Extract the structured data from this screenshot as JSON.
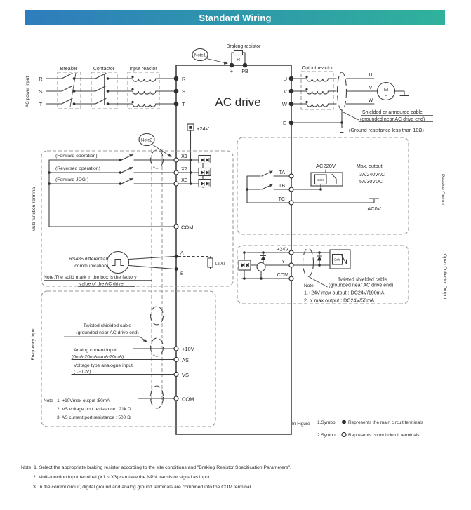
{
  "header": {
    "title": "Standard Wiring"
  },
  "drive": {
    "name": "AC drive",
    "internal_24v_label": "+24V"
  },
  "callouts": {
    "note1": "Note1",
    "note2": "Note2"
  },
  "power_input": {
    "section_label": "AC power input",
    "phase_r": "R",
    "phase_s": "S",
    "phase_t": "T",
    "breaker_label": "Breaker",
    "contactor_label": "Contactor",
    "input_reactor_label": "Input reactor",
    "terminal_r": "R",
    "terminal_s": "S",
    "terminal_t": "T"
  },
  "braking": {
    "label": "Braking resistor",
    "resistor_label": "R",
    "terminal_plus": "+",
    "terminal_pb": "PB"
  },
  "output": {
    "reactor_label": "Output reactor",
    "phase_u": "U",
    "phase_v": "V",
    "phase_w": "W",
    "terminal_u": "U",
    "terminal_v": "V",
    "terminal_w": "W",
    "terminal_e": "E",
    "motor_label": "M",
    "motor_tilde": "~",
    "cable_note_line1": "Shielded or armoured cable",
    "cable_note_line2": "(grounded near AC drive end)",
    "ground_note": "(Ground resistance less than 10Ω)"
  },
  "multi_function": {
    "section_label": "Multi-function Terminal",
    "x1_label": "(Forward operation)",
    "x1_terminal": "X1",
    "x2_label": "(Reversed operation)",
    "x2_terminal": "X2",
    "x3_label": "(Forward JOG )",
    "x3_terminal": "X3",
    "com_terminal": "COM"
  },
  "rs485": {
    "label_line1": "RS485 differential",
    "label_line2": "communication",
    "terminal_a": "A+",
    "terminal_b": "B-",
    "resistor_value": "120Ω",
    "note_line1": "Note:The solid mark in the box is the factory",
    "note_line2": "value of the AC drive."
  },
  "passive_output": {
    "section_label": "Passive Output",
    "terminal_ta": "TA",
    "terminal_tb": "TB",
    "terminal_tc": "TC",
    "supply_label": "AC220V",
    "coil_label": "Coils",
    "max_output_title": "Max. output:",
    "max_output_ac": "3A/240VAC",
    "max_output_dc": "5A/30VDC",
    "zero_label": "AC0V"
  },
  "open_collector": {
    "section_label": "Open Collector Output",
    "terminal_24v": "+24V",
    "terminal_y": "Y",
    "terminal_com": "COM",
    "coil_label": "Coils",
    "cable_note_line1": "Twisted shielded cable",
    "cable_note_line2": "(grounded near AC drive end)",
    "note_title": "Note:",
    "note_1": "1.+24V max output : DC24V/100mA",
    "note_2": "2. Y max output : DC24V/50mA"
  },
  "frequency_input": {
    "section_label": "Frequency Input",
    "cable_note_line1": "Twisted shielded cable",
    "cable_note_line2": "(grounded near AC drive end)",
    "analog_label_line1": "Analog current input",
    "analog_label_line2": "(0mA-20mA/4mA-20mA)",
    "voltage_label_line1": "Voltage type analogue input",
    "voltage_label_line2": "( 0-10V)",
    "terminal_10v": "+10V",
    "terminal_as": "AS",
    "terminal_vs": "VS",
    "terminal_com": "COM",
    "note_line1": "Note : 1. +10Vmax output :50mA",
    "note_line2": "2. VS voltage port resistance : 21k Ω",
    "note_line3": "3. AS current port resistance : 500 Ω"
  },
  "legend": {
    "prefix": "In Figure :",
    "item1_label": "1.Symbol",
    "item1_desc": "Represents the main circuit terminals",
    "item2_label": "2.Symbol",
    "item2_desc": "Represents control circuit terminals"
  },
  "footnotes": {
    "line1": "Note: 1. Select the appropriate braking resistor according to the site conditions and \"Braking Resistor Specification Parameters\".",
    "line2": "2. Multi-function input terminal (X1 ~ X3) can take the NPN transistor signal as input.",
    "line3": "3. In the control circuit, digital ground and analog ground terminals are combined into the COM terminal."
  },
  "colors": {
    "header_gradient_start": "#2e7cbd",
    "header_gradient_end": "#2fb29b",
    "wire": "#3f3f3f",
    "dashed_box": "#9a9a9a"
  }
}
